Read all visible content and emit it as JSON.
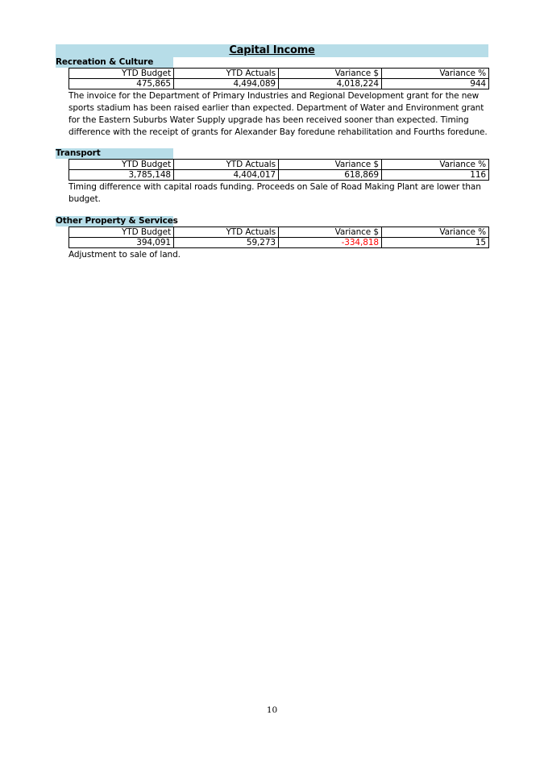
{
  "page": {
    "title": "Capital Income",
    "page_number": "10"
  },
  "columns": [
    "YTD Budget",
    "YTD Actuals",
    "Variance $",
    "Variance %"
  ],
  "colors": {
    "heading_fill": "#b7dde8",
    "negative_value": "#ff0000"
  },
  "sections": [
    {
      "heading": "Recreation & Culture",
      "values": [
        "475,865",
        "4,494,089",
        "4,018,224",
        "944"
      ],
      "note": "The invoice for the Department of Primary Industries and Regional Development grant for the new sports stadium has been raised earlier than expected.  Department of Water and Environment grant for the Eastern Suburbs Water Supply upgrade has been received sooner than expected. Timing difference with the receipt of grants for Alexander Bay foredune rehabilitation and Fourths foredune."
    },
    {
      "heading": "Transport",
      "values": [
        "3,785,148",
        "4,404,017",
        "618,869",
        "116"
      ],
      "note": "Timing difference with capital roads funding. Proceeds on Sale of Road Making Plant are lower than budget."
    },
    {
      "heading": "Other Property & Services",
      "values": [
        "394,091",
        "59,273",
        "-334,818",
        "15"
      ],
      "note": "Adjustment to sale of land."
    }
  ]
}
